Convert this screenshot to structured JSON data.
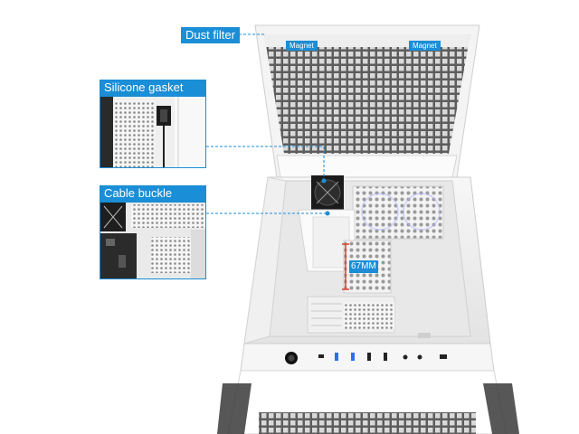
{
  "callouts": {
    "dust_filter": "Dust filter",
    "silicone_gasket": "Silicone gasket",
    "cable_buckle": "Cable buckle"
  },
  "magnets": {
    "left": "Magnet",
    "right": "Magnet"
  },
  "measurement": "67MM",
  "colors": {
    "accent": "#1a8ed6",
    "case": "#f4f4f4",
    "mesh": "#6e6e6e"
  }
}
